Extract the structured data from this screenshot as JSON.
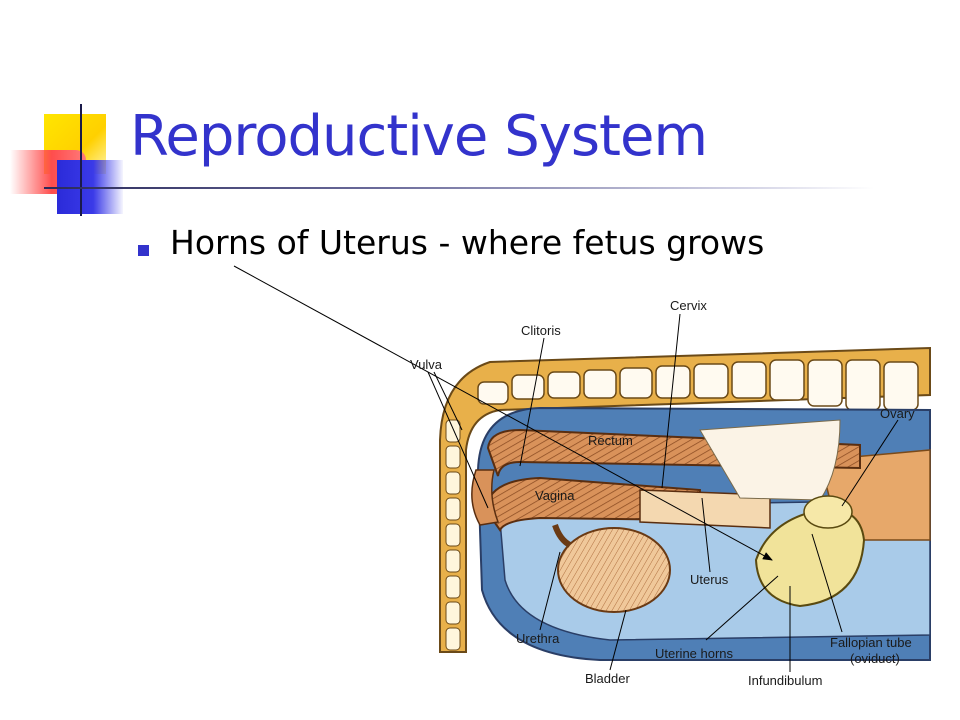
{
  "slide": {
    "title": "Reproductive System",
    "bullets": [
      {
        "text": "Horns of Uterus - where fetus grows"
      }
    ]
  },
  "diagram": {
    "labels": {
      "cervix": "Cervix",
      "clitoris": "Clitoris",
      "vulva": "Vulva",
      "rectum": "Rectum",
      "ovary": "Ovary",
      "vagina": "Vagina",
      "uterus": "Uterus",
      "urethra": "Urethra",
      "uterine_horns": "Uterine horns",
      "fallopian_tube_1": "Fallopian tube",
      "fallopian_tube_2": "(oviduct)",
      "bladder": "Bladder",
      "infundibulum": "Infundibulum"
    },
    "colors": {
      "title": "#3333cc",
      "spine": "#e8b04a",
      "blue_dark": "#4f7fb6",
      "blue_light": "#a9cbe9",
      "organ_orange": "#d9925a",
      "organ_pale": "#f1e39a"
    }
  }
}
